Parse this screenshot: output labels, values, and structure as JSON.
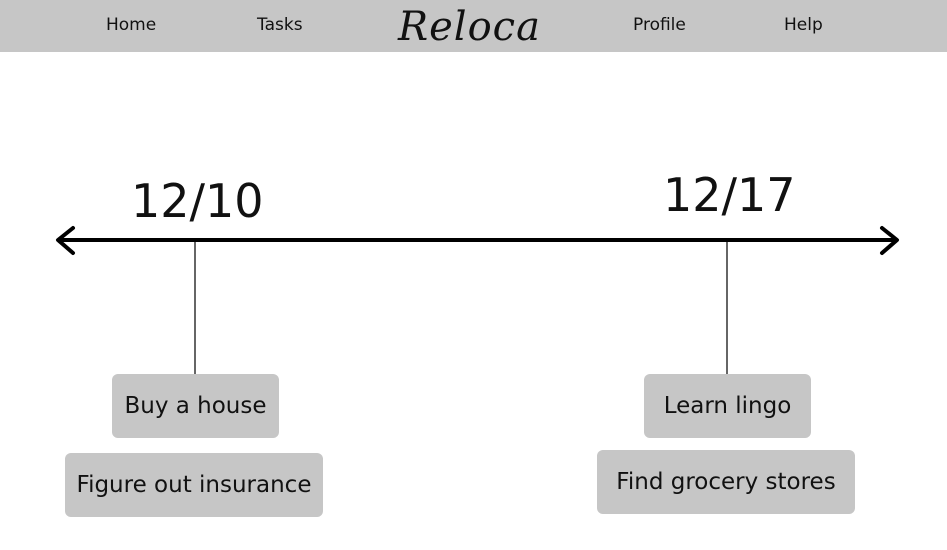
{
  "navbar": {
    "logo": "Reloca",
    "links": [
      {
        "label": "Home"
      },
      {
        "label": "Tasks"
      },
      {
        "label": "Profile"
      },
      {
        "label": "Help"
      }
    ]
  },
  "timeline": {
    "dates": [
      {
        "label": "12/10",
        "tasks": [
          "Buy a house",
          "Figure out insurance"
        ]
      },
      {
        "label": "12/17",
        "tasks": [
          "Learn lingo",
          "Find grocery stores"
        ]
      }
    ]
  },
  "colors": {
    "navbar_bg": "#c6c6c6",
    "chip_bg": "#c6c6c6",
    "line": "#000000",
    "text": "#111111"
  }
}
